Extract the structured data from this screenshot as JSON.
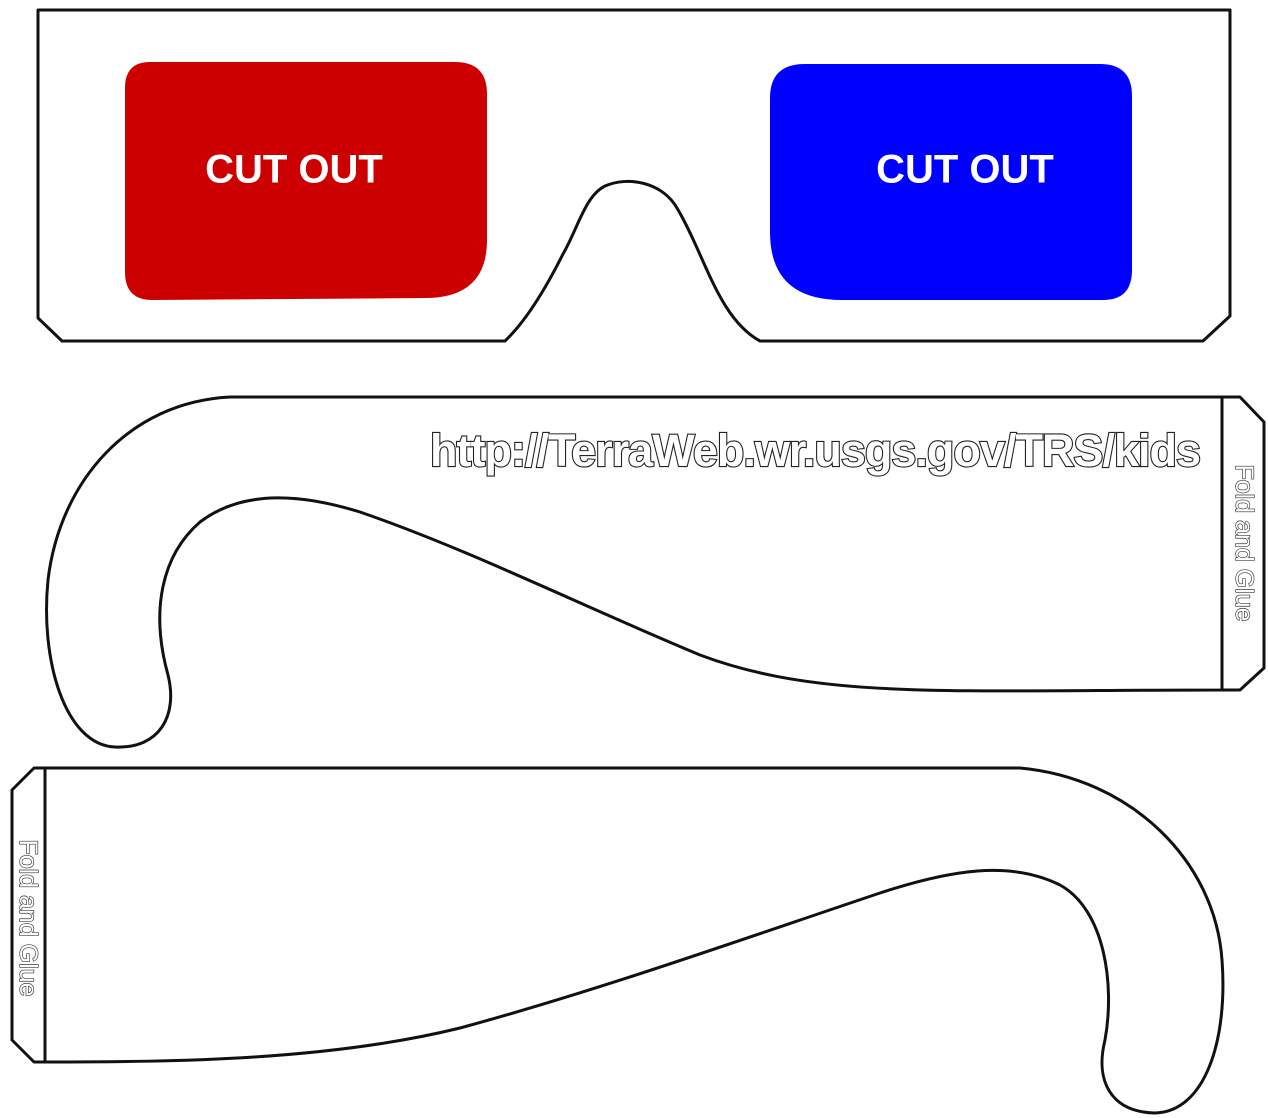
{
  "colors": {
    "left_lens": "#cc0000",
    "right_lens": "#0000ff",
    "outline": "#111111",
    "paper": "#ffffff"
  },
  "frame": {
    "left_lens_label": "CUT OUT",
    "right_lens_label": "CUT OUT"
  },
  "temple_top": {
    "url": "http://TerraWeb.wr.usgs.gov/TRS/kids",
    "fold_label": "Fold and Glue"
  },
  "temple_bottom": {
    "fold_label": "Fold and Glue"
  }
}
